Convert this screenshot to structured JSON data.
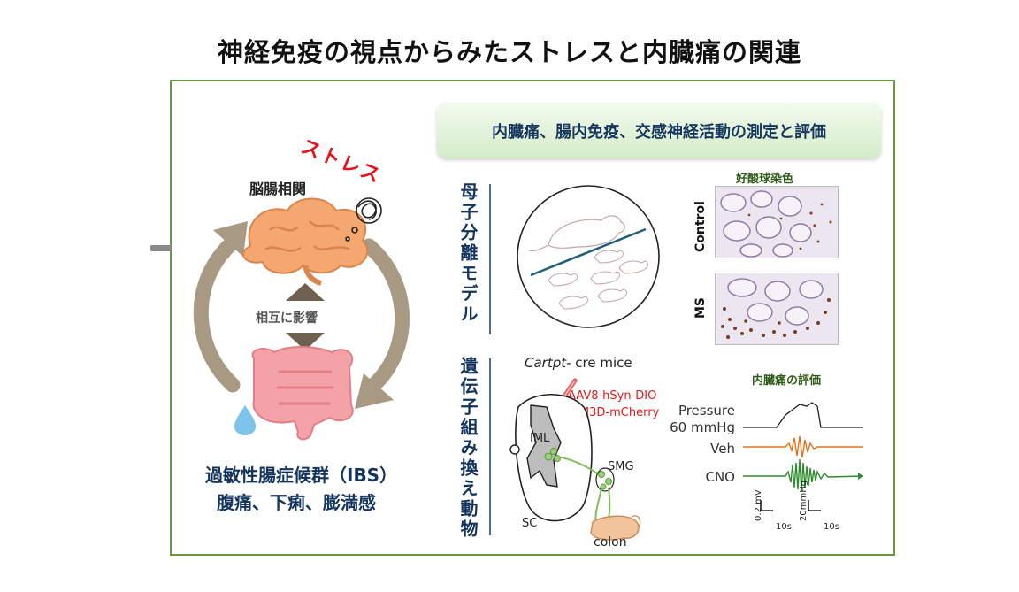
{
  "title": "神経免疫の視点からみたストレスと内臓痛の関連",
  "left_panel": {
    "stress": "ストレス",
    "brain_gut": "脳腸相関",
    "mutual": "相互に影響",
    "ibs_line1": "過敏性腸症候群（IBS）",
    "ibs_line2": "腹痛、下痢、膨満感"
  },
  "right_panel": {
    "banner": "内臓痛、腸内免疫、交感神経活動の測定と評価",
    "maternal_separation_model": "母子分離モデル",
    "gm_animal": "遺伝子組み換え動物",
    "eosinophil_stain": "好酸球染色",
    "control": "Control",
    "ms": "MS",
    "mice_label_italic": "Cartpt",
    "mice_label_rest": "- cre mice",
    "virus_line1": "AAV8-hSyn-DIO",
    "virus_line2": "-hM3D-mCherry",
    "iml": "IML",
    "smg": "SMG",
    "sc": "SC",
    "colon": "colon",
    "visceral_pain_eval": "内臓痛の評価",
    "pressure": "Pressure",
    "pressure_value": "60 mmHg",
    "veh": "Veh",
    "cno": "CNO",
    "scale_mv": "0.2 mV",
    "scale_s1": "10s",
    "scale_mmhg": "20mmHg",
    "scale_s2": "10s"
  },
  "colors": {
    "frame": "#6b9a3e",
    "navy_text": "#14345e",
    "stress_red": "#e8101a",
    "arrow": "#a89982",
    "veh_trace": "#e8721c",
    "cno_trace": "#2e8b2e",
    "brain": "#f4a76f",
    "gut": "#f3a2a8"
  },
  "icons": [
    "cycle-arrow-icon",
    "brain-icon",
    "intestine-icon",
    "water-drop-icon",
    "tangled-thought-icon",
    "triangle-up-icon",
    "triangle-down-icon",
    "rat-icon",
    "spinal-cord-icon"
  ]
}
